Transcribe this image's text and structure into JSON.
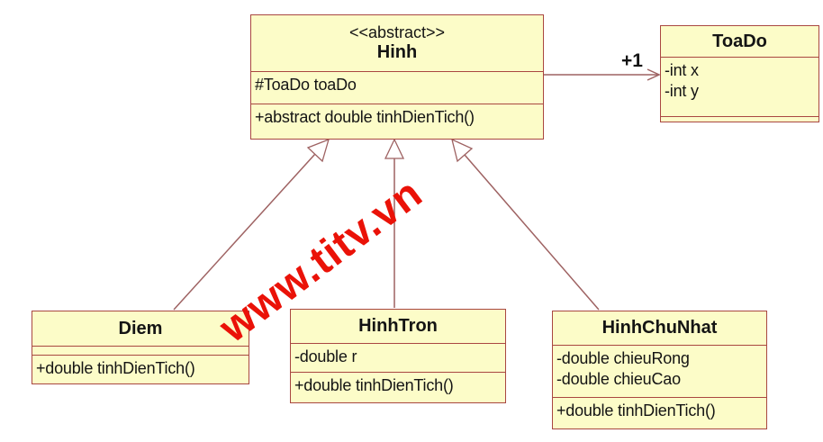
{
  "diagram": {
    "type": "uml-class-diagram",
    "colors": {
      "box_fill": "#fcfcc8",
      "box_border": "#a94741",
      "connector": "#9e6262",
      "watermark": "#ea1208",
      "text": "#141414",
      "background": "#ffffff"
    },
    "watermark_text": "www.titv.vn",
    "association": {
      "from": "Hinh",
      "to": "ToaDo",
      "label": "+1"
    },
    "generalizations": [
      {
        "child": "Diem",
        "parent": "Hinh"
      },
      {
        "child": "HinhTron",
        "parent": "Hinh"
      },
      {
        "child": "HinhChuNhat",
        "parent": "Hinh"
      }
    ],
    "classes": {
      "hinh": {
        "stereotype": "<<abstract>>",
        "name": "Hinh",
        "attributes": [
          "#ToaDo toaDo"
        ],
        "methods": [
          "+abstract double tinhDienTich()"
        ]
      },
      "toado": {
        "name": "ToaDo",
        "attributes": [
          "-int x",
          "-int y"
        ],
        "methods": []
      },
      "diem": {
        "name": "Diem",
        "attributes": [],
        "methods": [
          "+double tinhDienTich()"
        ]
      },
      "hinhtron": {
        "name": "HinhTron",
        "attributes": [
          "-double r"
        ],
        "methods": [
          "+double tinhDienTich()"
        ]
      },
      "hinhchunhat": {
        "name": "HinhChuNhat",
        "attributes": [
          "-double chieuRong",
          "-double chieuCao"
        ],
        "methods": [
          "+double tinhDienTich()"
        ]
      }
    }
  }
}
